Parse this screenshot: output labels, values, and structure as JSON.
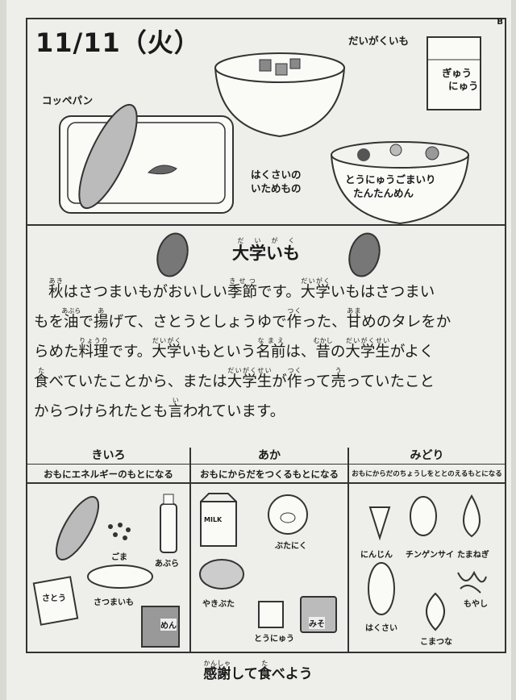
{
  "header": {
    "date": "11/11（火）",
    "corner_mark": "B"
  },
  "menu": {
    "bread": "コッペパン",
    "daigakuimo": "だいがくいも",
    "milk": [
      "ぎゅう",
      "にゅう"
    ],
    "hakusai": [
      "はくさいの",
      "いためもの"
    ],
    "tantanmen": [
      "とうにゅうごまいり",
      "たんたんめん"
    ]
  },
  "article": {
    "title": {
      "text": "大学いも",
      "ruby": "だいがく"
    },
    "lines": [
      [
        {
          "t": "秋",
          "r": "あき"
        },
        {
          "t": "はさつまいもがおいしい"
        },
        {
          "t": "季節",
          "r": "きせつ"
        },
        {
          "t": "です。"
        },
        {
          "t": "大学",
          "r": "だいがく"
        },
        {
          "t": "いもはさつまい"
        }
      ],
      [
        {
          "t": "もを"
        },
        {
          "t": "油",
          "r": "あぶら"
        },
        {
          "t": "で"
        },
        {
          "t": "揚",
          "r": "あ"
        },
        {
          "t": "げて、さとうとしょうゆで"
        },
        {
          "t": "作",
          "r": "つく"
        },
        {
          "t": "った、"
        },
        {
          "t": "甘",
          "r": "あま"
        },
        {
          "t": "めのタレをか"
        }
      ],
      [
        {
          "t": "らめた"
        },
        {
          "t": "料理",
          "r": "りょうり"
        },
        {
          "t": "です。"
        },
        {
          "t": "大学",
          "r": "だいがく"
        },
        {
          "t": "いもという"
        },
        {
          "t": "名前",
          "r": "なまえ"
        },
        {
          "t": "は、"
        },
        {
          "t": "昔",
          "r": "むかし"
        },
        {
          "t": "の"
        },
        {
          "t": "大学生",
          "r": "だいがくせい"
        },
        {
          "t": "がよく"
        }
      ],
      [
        {
          "t": "食",
          "r": "た"
        },
        {
          "t": "べていたことから、または"
        },
        {
          "t": "大学生",
          "r": "だいがくせい"
        },
        {
          "t": "が"
        },
        {
          "t": "作",
          "r": "つく"
        },
        {
          "t": "って"
        },
        {
          "t": "売",
          "r": "う"
        },
        {
          "t": "っていたこと"
        }
      ],
      [
        {
          "t": "からつけられたとも"
        },
        {
          "t": "言",
          "r": "い"
        },
        {
          "t": "われています。"
        }
      ]
    ]
  },
  "groups": [
    {
      "name": "きいろ",
      "desc": "おもにエネルギーのもとになる",
      "items": [
        "ごま",
        "あぶら",
        "さつまいも",
        "さとう",
        "めん"
      ]
    },
    {
      "name": "あか",
      "desc": "おもにからだをつくるもとになる",
      "items": [
        "MILK",
        "ぶたにく",
        "やきぶた",
        "とうにゅう",
        "みそ"
      ]
    },
    {
      "name": "みどり",
      "desc": "おもにからだのちょうしをととのえるもとになる",
      "items": [
        "にんじん",
        "チンゲンサイ",
        "たまねぎ",
        "はくさい",
        "もやし",
        "こまつな"
      ]
    }
  ],
  "footer": {
    "text1": "感謝",
    "ruby1": "かんしゃ",
    "text2": "して",
    "text3": "食",
    "ruby3": "た",
    "text4": "べよう"
  },
  "colors": {
    "paper": "#eeeeea",
    "ink": "#1a1a1a",
    "potato": "#777777"
  }
}
